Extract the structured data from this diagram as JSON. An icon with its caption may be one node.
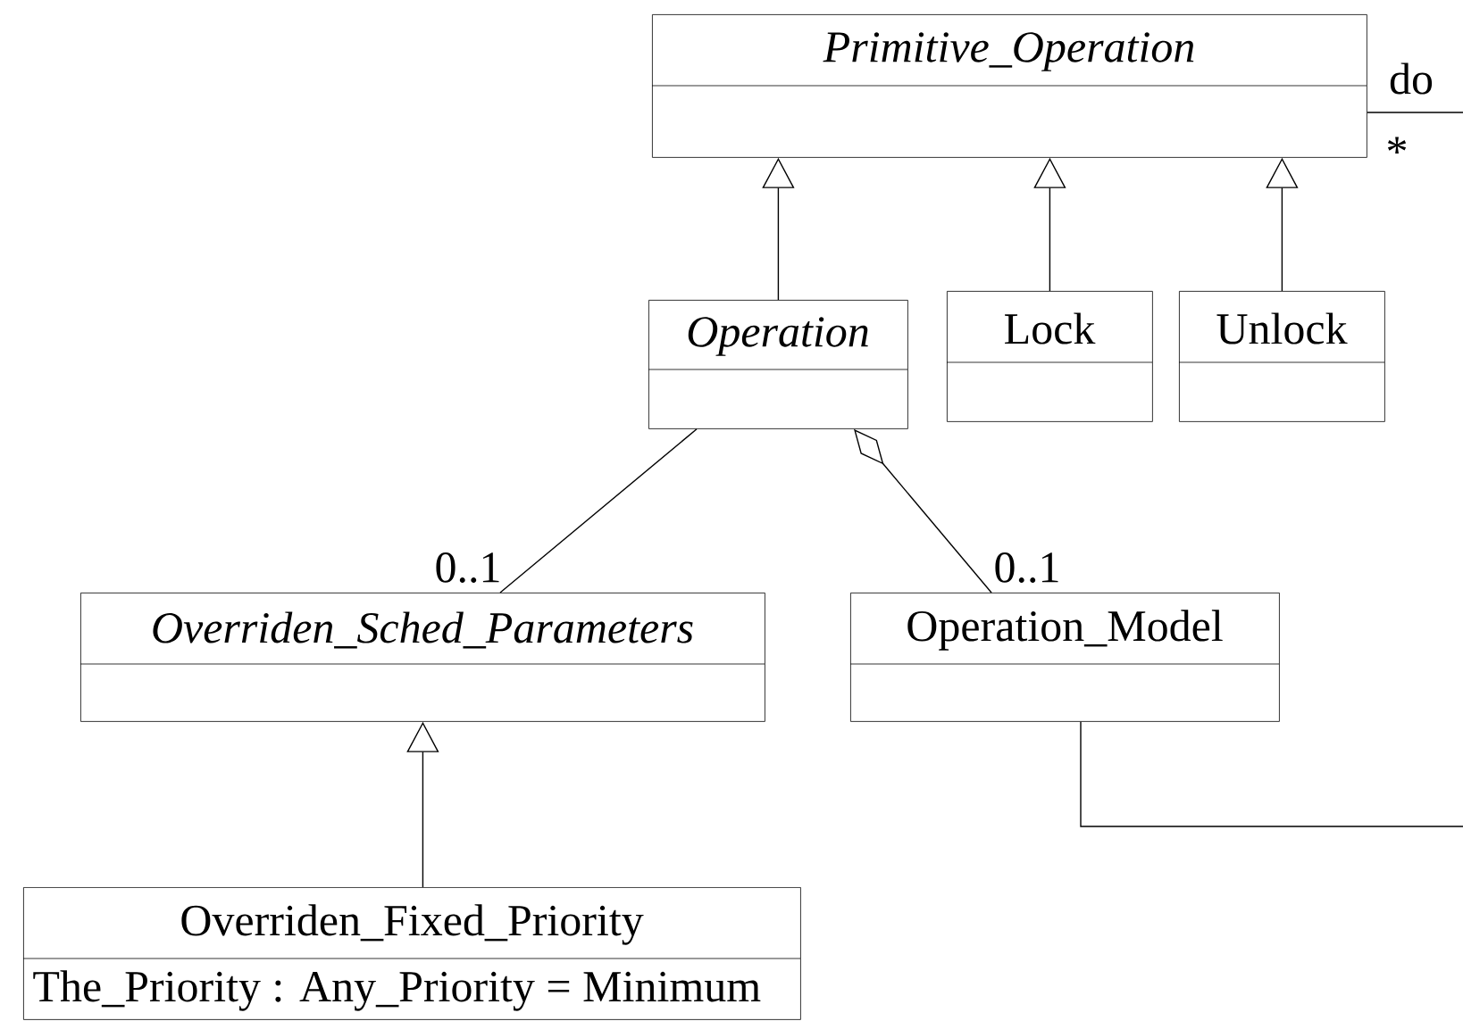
{
  "diagram": {
    "nodes": [
      {
        "text": [
          "Primitive_Operation"
        ]
      },
      {
        "text": [
          "Operation"
        ]
      },
      {
        "text": [
          "Lock"
        ]
      },
      {
        "text": [
          "Unlock"
        ]
      },
      {
        "text": [
          "Overriden_Sched_Parameters"
        ]
      },
      {
        "text": [
          "Operation_Model"
        ]
      },
      {
        "text": [
          "Overriden_Fixed_Priority",
          "The_Priority : Any_Priority = Minimum"
        ]
      }
    ],
    "edges": [
      {
        "from": 1,
        "to": 0,
        "arrow": "to"
      },
      {
        "from": 2,
        "to": 0,
        "arrow": "to"
      },
      {
        "from": 3,
        "to": 0,
        "arrow": "to"
      },
      {
        "from": 1,
        "to": 4,
        "arrow": "none",
        "label": "0..1"
      },
      {
        "from": 1,
        "to": 5,
        "arrow": "other",
        "label": "0..1"
      },
      {
        "from": 6,
        "to": 4,
        "arrow": "to"
      },
      {
        "from": 0,
        "to": null,
        "arrow": "none",
        "label": "do"
      },
      {
        "from": 5,
        "to": null,
        "arrow": "none"
      }
    ],
    "labels": [
      "*"
    ]
  }
}
